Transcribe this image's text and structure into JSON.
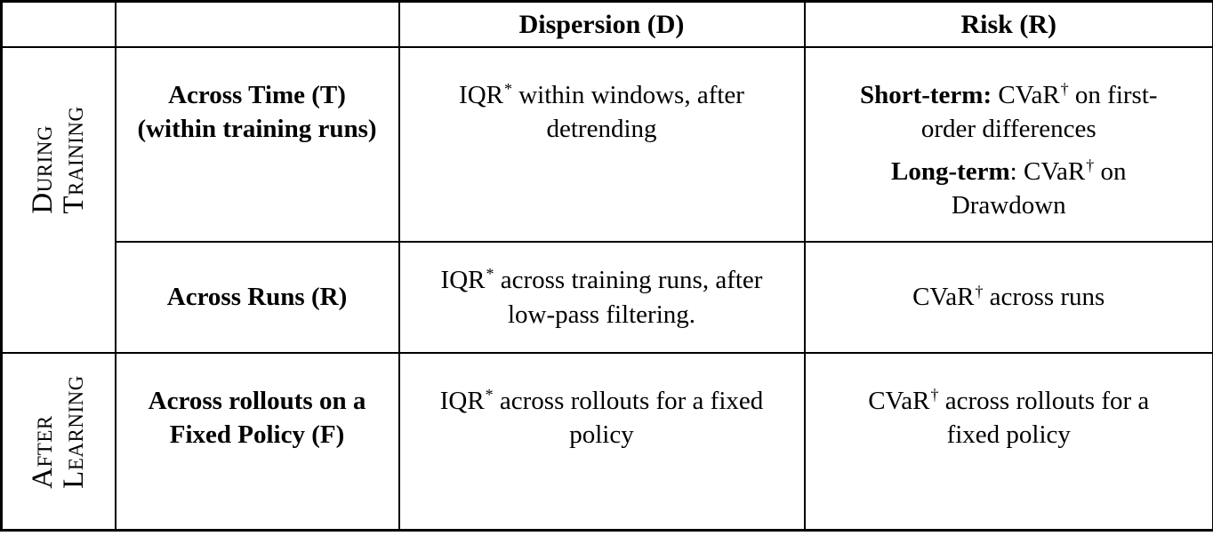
{
  "page": {
    "background_color": "#ffffff",
    "text_color": "#000000",
    "border_color": "#000000"
  },
  "table": {
    "header": {
      "dispersion": "Dispersion (D)",
      "risk": "Risk (R)"
    },
    "row_groups": [
      {
        "label": "During Training",
        "label_lines": [
          "During",
          "Training"
        ],
        "rows": [
          {
            "header": "Across Time (T) (within training runs)",
            "dispersion": [
              [
                {
                  "t": "IQR"
                },
                {
                  "t": "*",
                  "sup": true
                },
                {
                  "t": " within windows, after detrending"
                }
              ]
            ],
            "risk": [
              [
                {
                  "t": "Short-term:",
                  "b": true
                },
                {
                  "t": " CVaR"
                },
                {
                  "t": "†",
                  "sup": true
                },
                {
                  "t": " on first-order differences"
                }
              ],
              [
                {
                  "t": "Long-term",
                  "b": true
                },
                {
                  "t": ": CVaR"
                },
                {
                  "t": "†",
                  "sup": true
                },
                {
                  "t": " on Drawdown"
                }
              ]
            ]
          },
          {
            "header": "Across Runs (R)",
            "dispersion": [
              [
                {
                  "t": "IQR"
                },
                {
                  "t": "*",
                  "sup": true
                },
                {
                  "t": " across training runs, after low-pass filtering."
                }
              ]
            ],
            "risk": [
              [
                {
                  "t": "CVaR"
                },
                {
                  "t": "†",
                  "sup": true
                },
                {
                  "t": " across runs"
                }
              ]
            ]
          }
        ]
      },
      {
        "label": "After Learning",
        "label_lines": [
          "After",
          "Learning"
        ],
        "rows": [
          {
            "header": "Across rollouts on a Fixed Policy (F)",
            "dispersion": [
              [
                {
                  "t": "IQR"
                },
                {
                  "t": "*",
                  "sup": true
                },
                {
                  "t": " across rollouts for a fixed policy"
                }
              ]
            ],
            "risk": [
              [
                {
                  "t": "CVaR"
                },
                {
                  "t": "†",
                  "sup": true
                },
                {
                  "t": " across rollouts for a fixed policy"
                }
              ]
            ]
          }
        ]
      }
    ]
  }
}
